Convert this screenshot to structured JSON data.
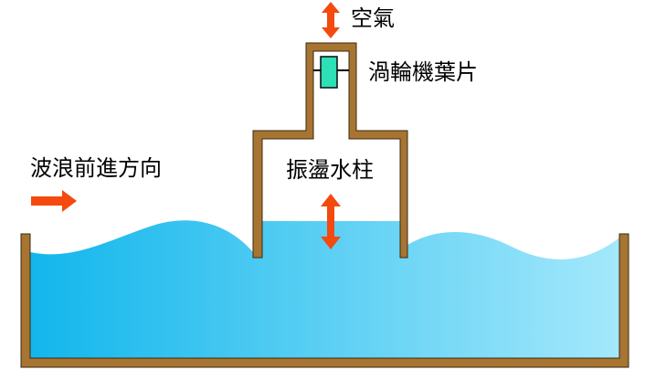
{
  "labels": {
    "air": "空氣",
    "turbine_blade": "渦輪機葉片",
    "wave_direction": "波浪前進方向",
    "oscillating_water_column": "振盪水柱"
  },
  "colors": {
    "wall": "#a87432",
    "wall_stroke": "#3a2a10",
    "water_left": "#12b6ec",
    "water_right": "#a4e8fb",
    "arrow": "#f4490f",
    "turbine": "#2de0b6",
    "background": "#ffffff"
  }
}
